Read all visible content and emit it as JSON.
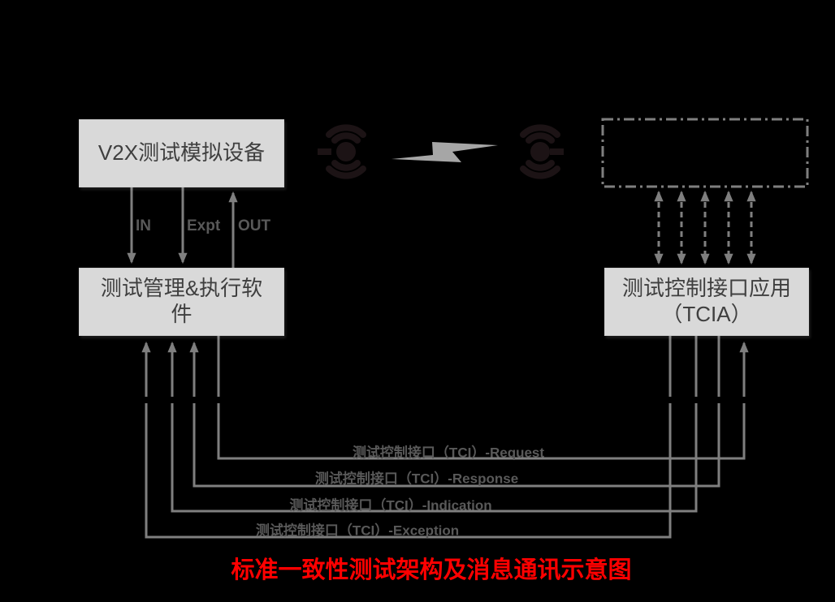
{
  "diagram": {
    "title": "标准一致性测试架构及消息通讯示意图",
    "boxes": {
      "v2x_device": "V2X测试模拟设备",
      "test_mgmt_software": "测试管理&执行软件",
      "tcia": "测试控制接口应用（TCIA）"
    },
    "port_labels": {
      "in": "IN",
      "expt": "Expt",
      "out": "OUT"
    },
    "tci_messages": [
      "测试控制接口（TCI）-Request",
      "测试控制接口（TCI）-Response",
      "测试控制接口（TCI）-Indication",
      "测试控制接口（TCI）-Exception"
    ],
    "icons": {
      "left": "antenna-signal-icon",
      "middle": "lightning-bolt-icon",
      "right": "antenna-signal-icon"
    },
    "colors": {
      "background": "#000000",
      "box_fill": "#d9d9d9",
      "box_text": "#3f3f3f",
      "connector_gray": "#7f7f7f",
      "label_gray": "#595959",
      "bolt_gray": "#a6a6a6",
      "antenna_dark": "#1c1315",
      "title_red": "#ff0000"
    }
  }
}
